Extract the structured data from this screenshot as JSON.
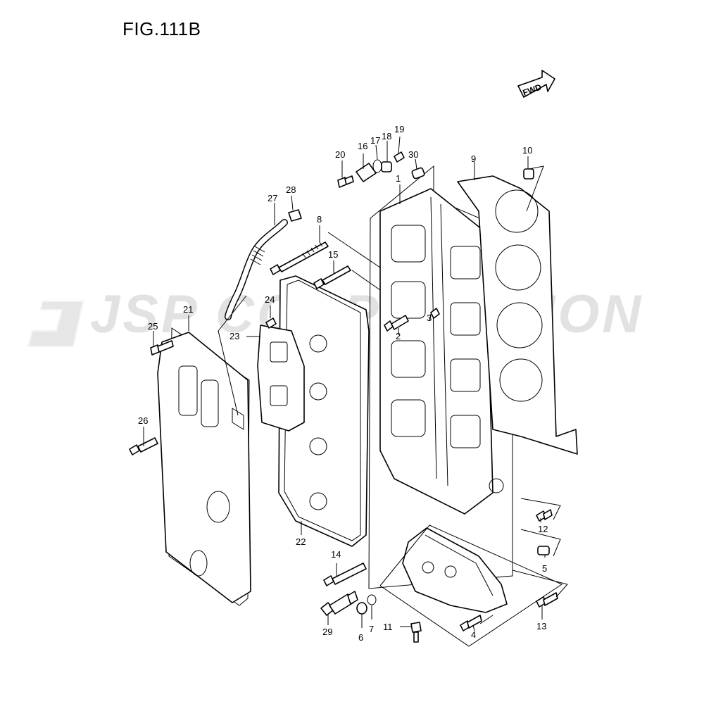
{
  "figure": {
    "title": "FIG.111B",
    "direction_label": "FWD",
    "watermark_text": "JSP CORPORATION"
  },
  "callouts": {
    "c1": "1",
    "c2": "2",
    "c3": "3",
    "c4": "4",
    "c5": "5",
    "c6": "6",
    "c7": "7",
    "c8": "8",
    "c9": "9",
    "c10": "10",
    "c11": "11",
    "c12": "12",
    "c13": "13",
    "c14": "14",
    "c15": "15",
    "c16": "16",
    "c17": "17",
    "c18": "18",
    "c19": "19",
    "c20": "20",
    "c21": "21",
    "c22": "22",
    "c23": "23",
    "c24": "24",
    "c25": "25",
    "c26": "26",
    "c27": "27",
    "c28": "28",
    "c29": "29",
    "c30": "30"
  },
  "icons": {
    "direction": "fwd-arrow-icon",
    "watermark_logo": "jsp-logo-icon"
  }
}
